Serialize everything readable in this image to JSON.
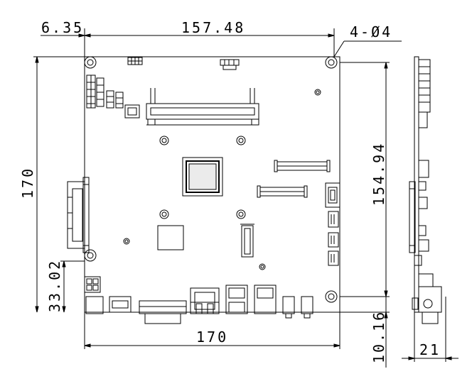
{
  "dimensions": {
    "top_left_offset": "6.35",
    "top_hole_span": "157.48",
    "hole_callout": "4-Ø4",
    "board_height": "170",
    "right_hole_span": "154.94",
    "left_lower_offset": "33.02",
    "board_width": "170",
    "bottom_offset": "10.16",
    "side_thickness": "21"
  },
  "colors": {
    "line": "#000000",
    "background": "#ffffff"
  },
  "icons": {
    "mounting_hole": "double-circle",
    "cpu": "nested-square",
    "hdmi": "trapezoid-port"
  }
}
